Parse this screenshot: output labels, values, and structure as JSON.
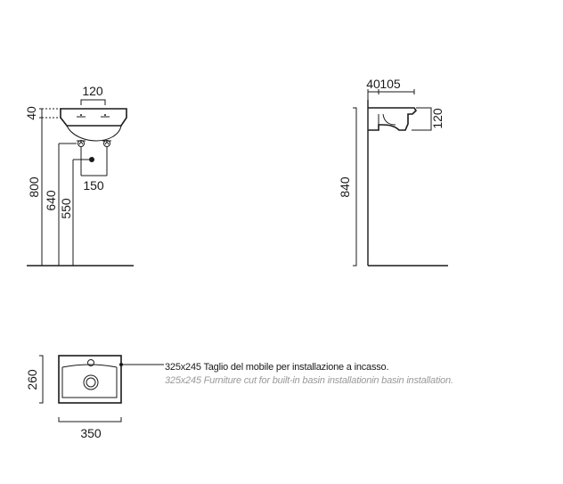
{
  "front_view": {
    "dim_width_top": "120",
    "dim_thickness": "40",
    "dim_floor_height": "800",
    "dim_pipe_a": "640",
    "dim_pipe_b": "550",
    "dim_pipe_spacing": "150"
  },
  "side_view": {
    "dim_a": "40",
    "dim_b": "105",
    "dim_depth": "120",
    "dim_height": "840"
  },
  "plan_view": {
    "dim_depth": "260",
    "dim_width": "350"
  },
  "notes": {
    "it": "325x245 Taglio del mobile per installazione a incasso.",
    "en": "325x245 Furniture cut for built-in basin installationin basin installation."
  }
}
